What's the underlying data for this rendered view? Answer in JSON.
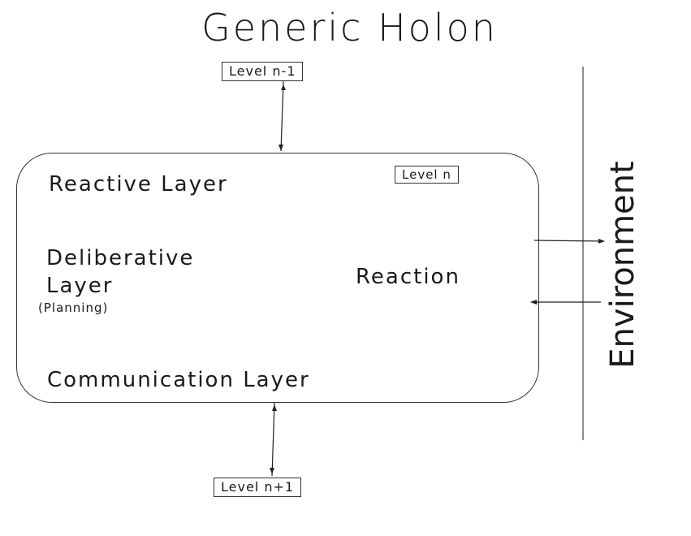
{
  "diagram": {
    "title": "Generic Holon",
    "upper_level": "Level n-1",
    "current_level": "Level n",
    "lower_level": "Level n+1",
    "layers": {
      "reactive": "Reactive Layer",
      "deliberative_line1": "Deliberative",
      "deliberative_line2": "Layer",
      "deliberative_note": "(Planning)",
      "communication": "Communication Layer"
    },
    "reaction": "Reaction",
    "environment": "Environment"
  }
}
